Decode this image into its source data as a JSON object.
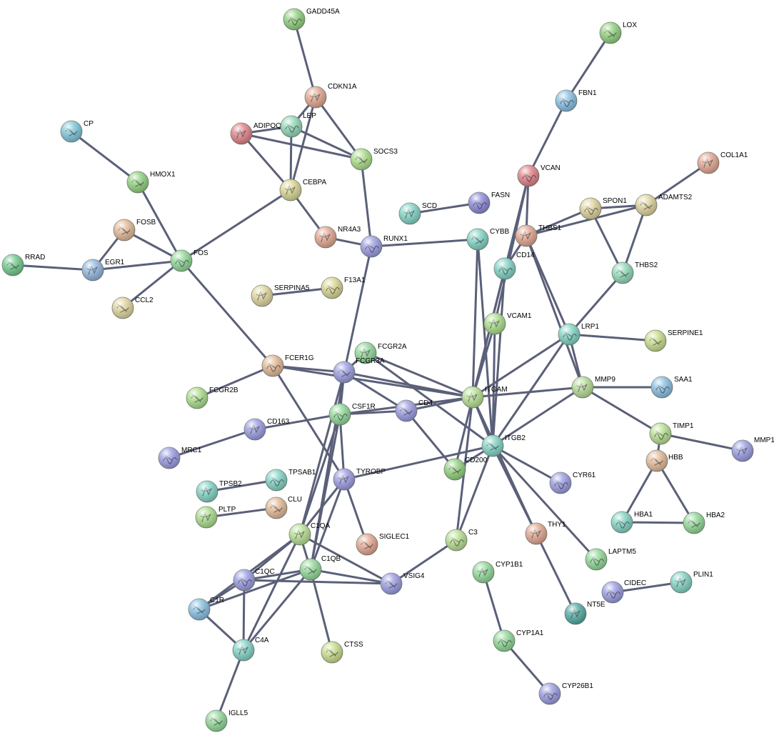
{
  "nodes": [
    {
      "id": "GADD45A",
      "label": "GADD45A",
      "color": "#8fd07c"
    },
    {
      "id": "LOX",
      "label": "LOX",
      "color": "#8fd07c"
    },
    {
      "id": "CDKN1A",
      "label": "CDKN1A",
      "color": "#e3a58f"
    },
    {
      "id": "FBN1",
      "label": "FBN1",
      "color": "#86bfe3"
    },
    {
      "id": "CP",
      "label": "CP",
      "color": "#7cc5d9"
    },
    {
      "id": "ADIPOQ",
      "label": "ADIPOQ",
      "color": "#e07f85"
    },
    {
      "id": "LEP",
      "label": "LEP",
      "color": "#8fd8b7"
    },
    {
      "id": "SOCS3",
      "label": "SOCS3",
      "color": "#a9dd88"
    },
    {
      "id": "COL1A1",
      "label": "COL1A1",
      "color": "#e3a58f"
    },
    {
      "id": "VCAN",
      "label": "VCAN",
      "color": "#e07f85"
    },
    {
      "id": "HMOX1",
      "label": "HMOX1",
      "color": "#8fd07c"
    },
    {
      "id": "CEBPA",
      "label": "CEBPA",
      "color": "#d9d690"
    },
    {
      "id": "SPON1",
      "label": "SPON1",
      "color": "#e0d49c"
    },
    {
      "id": "ADAMTS2",
      "label": "ADAMTS2",
      "color": "#e0d49c"
    },
    {
      "id": "SCD",
      "label": "SCD",
      "color": "#7fd3c4"
    },
    {
      "id": "FASN",
      "label": "FASN",
      "color": "#8b86d9"
    },
    {
      "id": "FOSB",
      "label": "FOSB",
      "color": "#e3b895"
    },
    {
      "id": "NR4A3",
      "label": "NR4A3",
      "color": "#e3a58f"
    },
    {
      "id": "RUNX1",
      "label": "RUNX1",
      "color": "#9a9ae3"
    },
    {
      "id": "CYBB",
      "label": "CYBB",
      "color": "#7fd3c4"
    },
    {
      "id": "THBS1",
      "label": "THBS1",
      "color": "#e3a58f"
    },
    {
      "id": "FOS",
      "label": "FOS",
      "color": "#8fd896"
    },
    {
      "id": "RRAD",
      "label": "RRAD",
      "color": "#6fc98b"
    },
    {
      "id": "EGR1",
      "label": "EGR1",
      "color": "#8fb6dc"
    },
    {
      "id": "CD14",
      "label": "CD14",
      "color": "#7fd3c4"
    },
    {
      "id": "THBS2",
      "label": "THBS2",
      "color": "#8fd8b7"
    },
    {
      "id": "SERPINA5",
      "label": "SERPINA5",
      "color": "#e0d49c"
    },
    {
      "id": "F13A1",
      "label": "F13A1",
      "color": "#d9d690"
    },
    {
      "id": "CCL2",
      "label": "CCL2",
      "color": "#e0d49c"
    },
    {
      "id": "VCAM1",
      "label": "VCAM1",
      "color": "#a9dd88"
    },
    {
      "id": "LRP1",
      "label": "LRP1",
      "color": "#7fd3c4"
    },
    {
      "id": "SERPINE1",
      "label": "SERPINE1",
      "color": "#c7dd88"
    },
    {
      "id": "FCGR2A",
      "label": "FCGR2A",
      "color": "#8fd896"
    },
    {
      "id": "FCER1G",
      "label": "FCER1G",
      "color": "#e3b895"
    },
    {
      "id": "FCGR3A",
      "label": "FCGR3A",
      "color": "#9a9ae3"
    },
    {
      "id": "MMP9",
      "label": "MMP9",
      "color": "#b6dc95"
    },
    {
      "id": "SAA1",
      "label": "SAA1",
      "color": "#86bfe3"
    },
    {
      "id": "FCGR2B",
      "label": "FCGR2B",
      "color": "#a9dd88"
    },
    {
      "id": "ITGAM",
      "label": "ITGAM",
      "color": "#b6e090"
    },
    {
      "id": "CSF1R",
      "label": "CSF1R",
      "color": "#8fd896"
    },
    {
      "id": "CD4",
      "label": "CD4",
      "color": "#9a9ae3"
    },
    {
      "id": "CD163",
      "label": "CD163",
      "color": "#9a9ae3"
    },
    {
      "id": "TIMP1",
      "label": "TIMP1",
      "color": "#b6e090"
    },
    {
      "id": "ITGB2",
      "label": "ITGB2",
      "color": "#7fd3c4"
    },
    {
      "id": "MMP1",
      "label": "MMP1",
      "color": "#9a9ae3"
    },
    {
      "id": "MRC1",
      "label": "MRC1",
      "color": "#9a9ae3"
    },
    {
      "id": "HBB",
      "label": "HBB",
      "color": "#e3b895"
    },
    {
      "id": "TPSB2",
      "label": "TPSB2",
      "color": "#7fd3c4"
    },
    {
      "id": "TPSAB1",
      "label": "TPSAB1",
      "color": "#7fd3c4"
    },
    {
      "id": "CD200",
      "label": "CD200",
      "color": "#8fd07c"
    },
    {
      "id": "TYROBP",
      "label": "TYROBP",
      "color": "#9a9ae3"
    },
    {
      "id": "CYR61",
      "label": "CYR61",
      "color": "#9a9ae3"
    },
    {
      "id": "CLU",
      "label": "CLU",
      "color": "#e3b895"
    },
    {
      "id": "PLTP",
      "label": "PLTP",
      "color": "#a9dd88"
    },
    {
      "id": "HBA1",
      "label": "HBA1",
      "color": "#7fd3c4"
    },
    {
      "id": "HBA2",
      "label": "HBA2",
      "color": "#8fd896"
    },
    {
      "id": "C1QA",
      "label": "C1QA",
      "color": "#b6e090"
    },
    {
      "id": "C3",
      "label": "C3",
      "color": "#b6e090"
    },
    {
      "id": "SIGLEC1",
      "label": "SIGLEC1",
      "color": "#e3a58f"
    },
    {
      "id": "THY1",
      "label": "THY1",
      "color": "#e3a58f"
    },
    {
      "id": "LAPTM5",
      "label": "LAPTM5",
      "color": "#8fd896"
    },
    {
      "id": "C1QB",
      "label": "C1QB",
      "color": "#8fd896"
    },
    {
      "id": "CYP1B1",
      "label": "CYP1B1",
      "color": "#8fd896"
    },
    {
      "id": "C1QC",
      "label": "C1QC",
      "color": "#9a9ae3"
    },
    {
      "id": "VSIG4",
      "label": "VSIG4",
      "color": "#9a9ae3"
    },
    {
      "id": "PLIN1",
      "label": "PLIN1",
      "color": "#7fd3c4"
    },
    {
      "id": "CIDEC",
      "label": "CIDEC",
      "color": "#9a9ae3"
    },
    {
      "id": "C1R",
      "label": "C1R",
      "color": "#86bfe3"
    },
    {
      "id": "NT5E",
      "label": "NT5E",
      "color": "#4fa8a0"
    },
    {
      "id": "CYP1A1",
      "label": "CYP1A1",
      "color": "#8fd896"
    },
    {
      "id": "CTSS",
      "label": "CTSS",
      "color": "#c7dd88"
    },
    {
      "id": "C4A",
      "label": "C4A",
      "color": "#7fd3c4"
    },
    {
      "id": "CYP26B1",
      "label": "CYP26B1",
      "color": "#9a9ae3"
    },
    {
      "id": "IGLL5",
      "label": "IGLL5",
      "color": "#8fd896"
    }
  ],
  "edges": [
    [
      "GADD45A",
      "CDKN1A"
    ],
    [
      "CDKN1A",
      "LEP"
    ],
    [
      "CDKN1A",
      "SOCS3"
    ],
    [
      "CDKN1A",
      "CEBPA"
    ],
    [
      "LEP",
      "ADIPOQ"
    ],
    [
      "LEP",
      "SOCS3"
    ],
    [
      "LEP",
      "CEBPA"
    ],
    [
      "ADIPOQ",
      "CEBPA"
    ],
    [
      "ADIPOQ",
      "SOCS3"
    ],
    [
      "SOCS3",
      "RUNX1"
    ],
    [
      "CEBPA",
      "FOS"
    ],
    [
      "CEBPA",
      "NR4A3"
    ],
    [
      "NR4A3",
      "RUNX1"
    ],
    [
      "CP",
      "HMOX1"
    ],
    [
      "HMOX1",
      "FOS"
    ],
    [
      "FOSB",
      "FOS"
    ],
    [
      "FOSB",
      "EGR1"
    ],
    [
      "EGR1",
      "FOS"
    ],
    [
      "RRAD",
      "EGR1"
    ],
    [
      "CCL2",
      "FOS"
    ],
    [
      "FOS",
      "FCER1G"
    ],
    [
      "LOX",
      "FBN1"
    ],
    [
      "FBN1",
      "VCAN"
    ],
    [
      "COL1A1",
      "ADAMTS2"
    ],
    [
      "VCAN",
      "THBS1"
    ],
    [
      "VCAN",
      "VCAM1"
    ],
    [
      "VCAN",
      "ITGAM"
    ],
    [
      "SPON1",
      "ADAMTS2"
    ],
    [
      "SPON1",
      "THBS1"
    ],
    [
      "SPON1",
      "THBS2"
    ],
    [
      "ADAMTS2",
      "THBS1"
    ],
    [
      "ADAMTS2",
      "THBS2"
    ],
    [
      "SCD",
      "FASN"
    ],
    [
      "RUNX1",
      "CYBB"
    ],
    [
      "RUNX1",
      "FCGR3A"
    ],
    [
      "CYBB",
      "ITGAM"
    ],
    [
      "CYBB",
      "ITGB2"
    ],
    [
      "THBS1",
      "CD14"
    ],
    [
      "THBS1",
      "LRP1"
    ],
    [
      "THBS1",
      "MMP9"
    ],
    [
      "CD14",
      "ITGAM"
    ],
    [
      "CD14",
      "ITGB2"
    ],
    [
      "THBS2",
      "LRP1"
    ],
    [
      "SERPINA5",
      "F13A1"
    ],
    [
      "VCAM1",
      "ITGAM"
    ],
    [
      "VCAM1",
      "ITGB2"
    ],
    [
      "LRP1",
      "SERPINE1"
    ],
    [
      "LRP1",
      "MMP9"
    ],
    [
      "LRP1",
      "ITGAM"
    ],
    [
      "LRP1",
      "ITGB2"
    ],
    [
      "FCER1G",
      "FCGR2B"
    ],
    [
      "FCER1G",
      "FCGR3A"
    ],
    [
      "FCER1G",
      "ITGAM"
    ],
    [
      "FCER1G",
      "TYROBP"
    ],
    [
      "FCGR2A",
      "FCGR3A"
    ],
    [
      "FCGR2A",
      "ITGAM"
    ],
    [
      "FCGR2A",
      "ITGB2"
    ],
    [
      "FCGR3A",
      "ITGAM"
    ],
    [
      "FCGR3A",
      "CD4"
    ],
    [
      "FCGR3A",
      "CSF1R"
    ],
    [
      "FCGR3A",
      "C1QA"
    ],
    [
      "FCGR3A",
      "C1QB"
    ],
    [
      "ITGAM",
      "ITGB2"
    ],
    [
      "ITGAM",
      "CSF1R"
    ],
    [
      "ITGAM",
      "MMP9"
    ],
    [
      "ITGAM",
      "CD200"
    ],
    [
      "ITGAM",
      "C3"
    ],
    [
      "ITGAM",
      "THY1"
    ],
    [
      "MMP9",
      "SAA1"
    ],
    [
      "MMP9",
      "TIMP1"
    ],
    [
      "MMP9",
      "ITGB2"
    ],
    [
      "CD4",
      "ITGAM"
    ],
    [
      "CD4",
      "CD200"
    ],
    [
      "CSF1R",
      "CD4"
    ],
    [
      "CSF1R",
      "C1QA"
    ],
    [
      "CSF1R",
      "C1QB"
    ],
    [
      "CSF1R",
      "TYROBP"
    ],
    [
      "CD163",
      "CSF1R"
    ],
    [
      "MRC1",
      "CD163"
    ],
    [
      "TIMP1",
      "MMP1"
    ],
    [
      "TIMP1",
      "HBB"
    ],
    [
      "ITGB2",
      "TYROBP"
    ],
    [
      "ITGB2",
      "CYR61"
    ],
    [
      "ITGB2",
      "THY1"
    ],
    [
      "ITGB2",
      "LAPTM5"
    ],
    [
      "ITGB2",
      "C3"
    ],
    [
      "ITGB2",
      "CD200"
    ],
    [
      "HBB",
      "HBA1"
    ],
    [
      "HBB",
      "HBA2"
    ],
    [
      "HBA1",
      "HBA2"
    ],
    [
      "TPSB2",
      "TPSAB1"
    ],
    [
      "PLTP",
      "CLU"
    ],
    [
      "TYROBP",
      "SIGLEC1"
    ],
    [
      "TYROBP",
      "C1QA"
    ],
    [
      "TYROBP",
      "C1QB"
    ],
    [
      "C1QA",
      "C1QB"
    ],
    [
      "C1QA",
      "C1QC"
    ],
    [
      "C1QA",
      "C1R"
    ],
    [
      "C1QA",
      "C4A"
    ],
    [
      "C1QA",
      "VSIG4"
    ],
    [
      "C1QB",
      "C1QC"
    ],
    [
      "C1QB",
      "C1R"
    ],
    [
      "C1QB",
      "C4A"
    ],
    [
      "C1QB",
      "VSIG4"
    ],
    [
      "C1QB",
      "CTSS"
    ],
    [
      "C1QC",
      "C1R"
    ],
    [
      "C1QC",
      "C4A"
    ],
    [
      "C1QC",
      "VSIG4"
    ],
    [
      "C1R",
      "C4A"
    ],
    [
      "C3",
      "VSIG4"
    ],
    [
      "THY1",
      "NT5E"
    ],
    [
      "CIDEC",
      "PLIN1"
    ],
    [
      "CYP1B1",
      "CYP1A1"
    ],
    [
      "CYP1A1",
      "CYP26B1"
    ],
    [
      "C4A",
      "IGLL5"
    ]
  ]
}
